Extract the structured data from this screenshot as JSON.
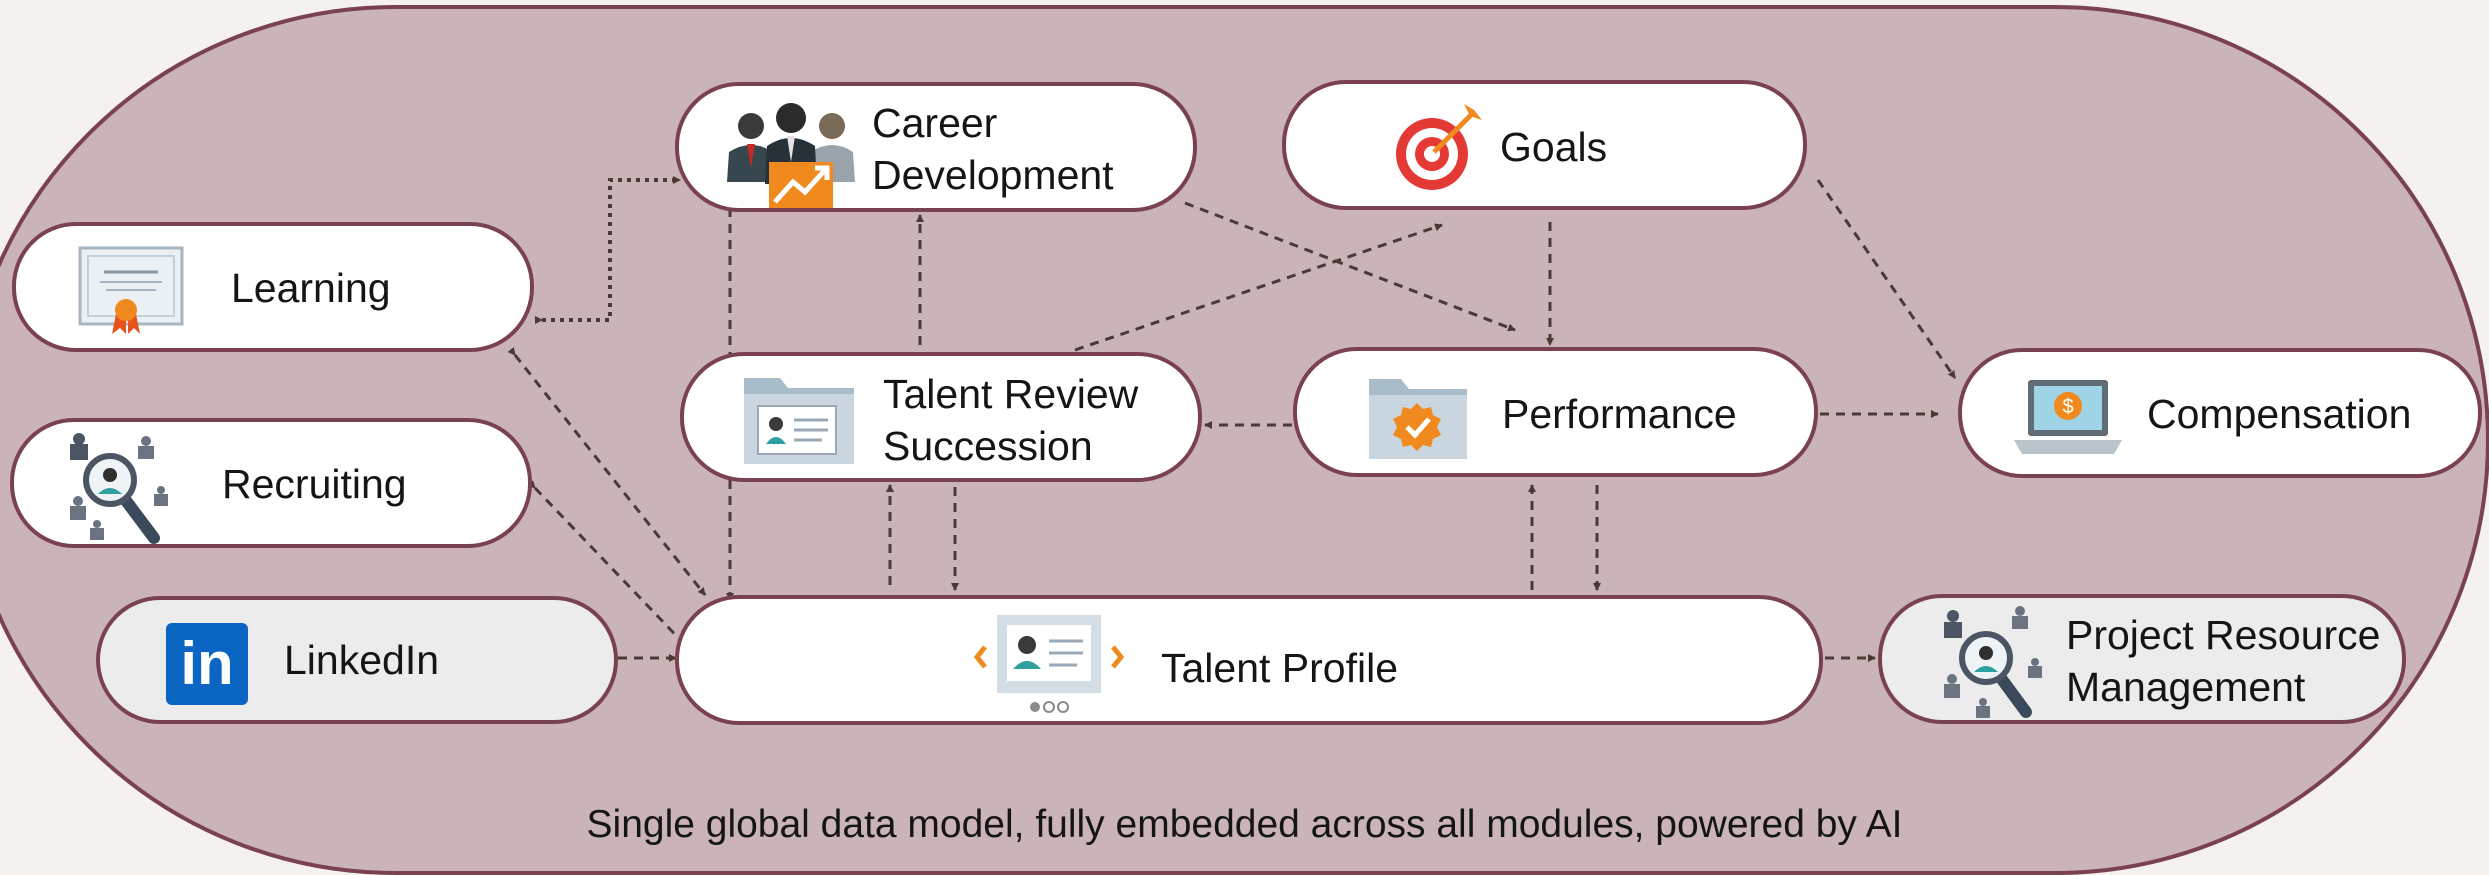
{
  "nodes": {
    "learning": {
      "label": "Learning",
      "icon": "certificate-icon"
    },
    "recruiting": {
      "label": "Recruiting",
      "icon": "candidate-search-icon"
    },
    "linkedin": {
      "label": "LinkedIn",
      "icon": "linkedin-logo-icon",
      "logo_text": "in"
    },
    "career_development": {
      "label": "Career\nDevelopment",
      "icon": "team-growth-icon"
    },
    "talent_review": {
      "label": "Talent Review\nSuccession",
      "icon": "profile-folder-icon"
    },
    "goals": {
      "label": "Goals",
      "icon": "target-icon"
    },
    "performance": {
      "label": "Performance",
      "icon": "approved-folder-icon"
    },
    "compensation": {
      "label": "Compensation",
      "icon": "laptop-payment-icon"
    },
    "talent_profile": {
      "label": "Talent Profile",
      "icon": "profile-card-carousel-icon"
    },
    "project_resource": {
      "label": "Project Resource\nManagement",
      "icon": "resource-search-icon"
    }
  },
  "caption": "Single global data model, fully embedded across all modules, powered by AI",
  "colors": {
    "background": "#cab4b8",
    "border": "#7a4250",
    "arrow": "#4a3a34",
    "accent_orange": "#f08a1f",
    "linkedin_blue": "#0a66c2",
    "goal_red": "#e53935"
  }
}
